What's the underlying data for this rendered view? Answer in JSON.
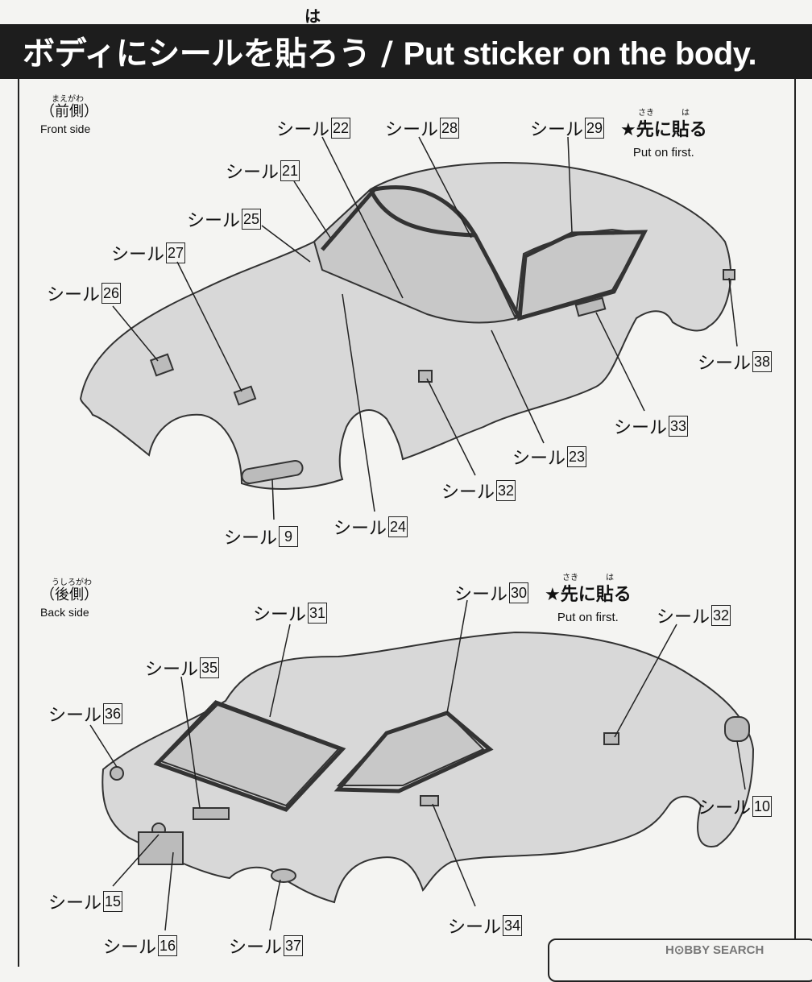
{
  "header": {
    "furigana": "は",
    "title_jp": "ボディにシールを貼ろう",
    "title_sep": " / ",
    "title_en": "Put sticker on the body."
  },
  "front": {
    "ruby": "まえがわ",
    "jp": "（前側）",
    "en": "Front side",
    "put_first": {
      "ruby_saki": "さき",
      "ruby_ha": "は",
      "jp": "★先に貼る",
      "en": "Put on first."
    }
  },
  "back": {
    "ruby": "うしろがわ",
    "jp": "（後側）",
    "en": "Back side",
    "put_first": {
      "ruby_saki": "さき",
      "ruby_ha": "は",
      "jp": "★先に貼る",
      "en": "Put on first."
    }
  },
  "callouts": {
    "word": "シール",
    "c22": "22",
    "c28": "28",
    "c29": "29",
    "c21": "21",
    "c25": "25",
    "c27": "27",
    "c26": "26",
    "c38": "38",
    "c33": "33",
    "c23": "23",
    "c32a": "32",
    "c24": "24",
    "c9": "9",
    "c31": "31",
    "c30": "30",
    "c32b": "32",
    "c35": "35",
    "c36": "36",
    "c10": "10",
    "c15": "15",
    "c34": "34",
    "c16": "16",
    "c37": "37"
  },
  "watermark": "H⊙BBY SEARCH"
}
